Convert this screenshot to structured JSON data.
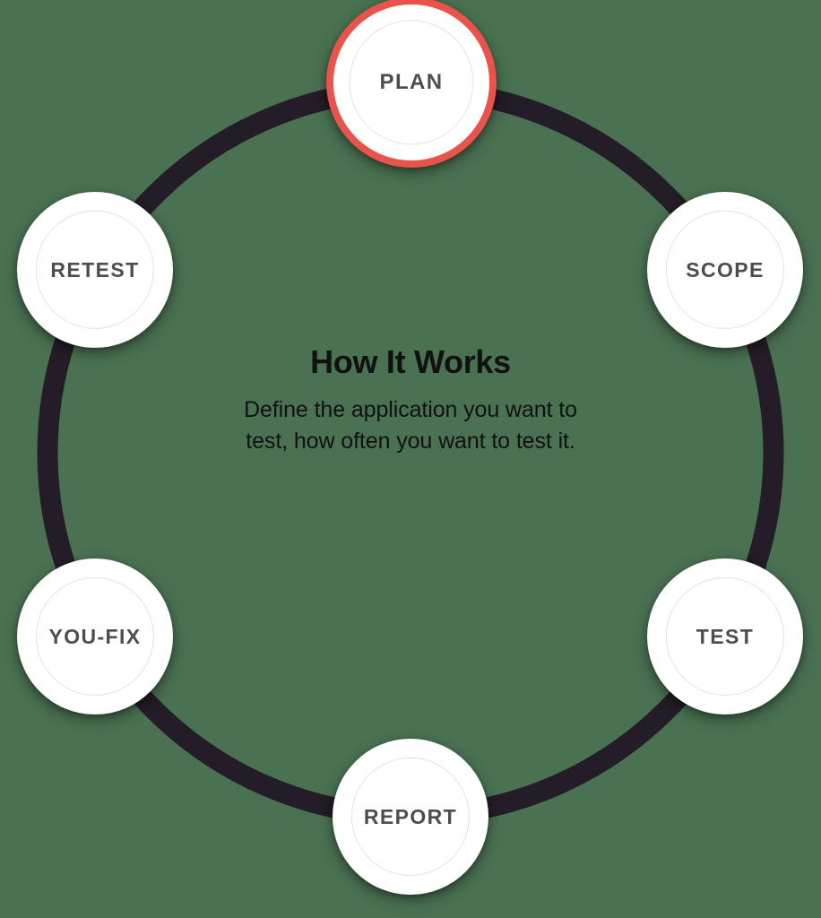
{
  "theme": {
    "background_color": "#4a7152",
    "ring_color": "#241c26",
    "node_fill": "#ffffff",
    "node_inner_ring": "#e2e2e4",
    "node_label_color": "#4d4d4d",
    "highlight_color": "#e8534c",
    "center_text_color": "#111111"
  },
  "center": {
    "title": "How It Works",
    "description": "Define the application you want to test, how often you want to test it."
  },
  "cycle": {
    "nodes": [
      {
        "id": "plan",
        "label": "PLAN",
        "position": "top",
        "highlighted": true
      },
      {
        "id": "scope",
        "label": "SCOPE",
        "position": "upper-right",
        "highlighted": false
      },
      {
        "id": "test",
        "label": "TEST",
        "position": "lower-right",
        "highlighted": false
      },
      {
        "id": "report",
        "label": "REPORT",
        "position": "bottom",
        "highlighted": false
      },
      {
        "id": "youfix",
        "label": "YOU-FIX",
        "position": "lower-left",
        "highlighted": false
      },
      {
        "id": "retest",
        "label": "RETEST",
        "position": "upper-left",
        "highlighted": false
      }
    ]
  }
}
